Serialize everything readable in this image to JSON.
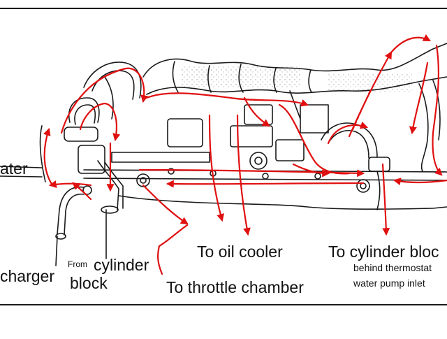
{
  "diagram": {
    "labels": {
      "heater": "ater",
      "charger": "charger",
      "from_prefix": "From",
      "from_cylinder": "cylinder",
      "from_block": "block",
      "to_oil_cooler": "To oil cooler",
      "to_throttle_chamber": "To throttle chamber",
      "to_cylinder_block": "To cylinder bloc",
      "behind_thermostat": "behind thermostat",
      "water_pump_inlet": "water pump inlet"
    },
    "colors": {
      "line_art": "#1a1a1a",
      "arrows": "#e01010",
      "background": "#ffffff"
    }
  }
}
